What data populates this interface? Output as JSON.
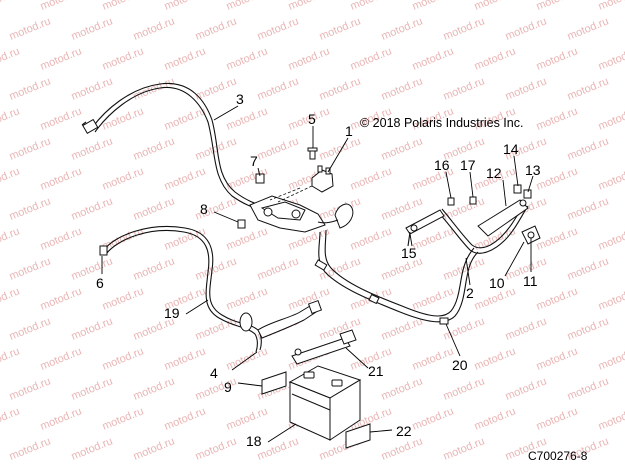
{
  "copyright": "© 2018 Polaris Industries Inc.",
  "part_code": "C700276-8",
  "watermark": "motod.ru",
  "callouts": [
    {
      "id": "1",
      "label": "1"
    },
    {
      "id": "2",
      "label": "2"
    },
    {
      "id": "3",
      "label": "3"
    },
    {
      "id": "4",
      "label": "4"
    },
    {
      "id": "5",
      "label": "5"
    },
    {
      "id": "6",
      "label": "6"
    },
    {
      "id": "7",
      "label": "7"
    },
    {
      "id": "8",
      "label": "8"
    },
    {
      "id": "9",
      "label": "9"
    },
    {
      "id": "10",
      "label": "10"
    },
    {
      "id": "11",
      "label": "11"
    },
    {
      "id": "12",
      "label": "12"
    },
    {
      "id": "13",
      "label": "13"
    },
    {
      "id": "14",
      "label": "14"
    },
    {
      "id": "15",
      "label": "15"
    },
    {
      "id": "16",
      "label": "16"
    },
    {
      "id": "17",
      "label": "17"
    },
    {
      "id": "18",
      "label": "18"
    },
    {
      "id": "19",
      "label": "19"
    },
    {
      "id": "20",
      "label": "20"
    },
    {
      "id": "21",
      "label": "21"
    },
    {
      "id": "22",
      "label": "22"
    }
  ]
}
